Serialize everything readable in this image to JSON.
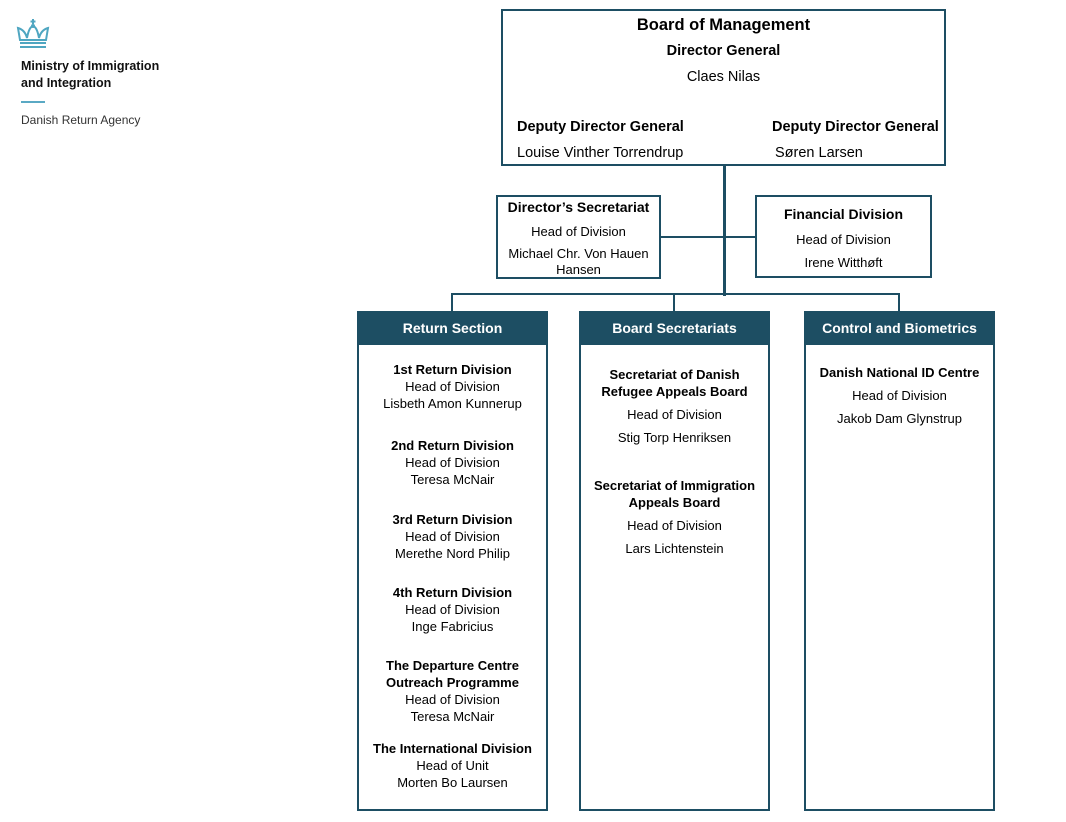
{
  "logo": {
    "ministry_line1": "Ministry of Immigration",
    "ministry_line2": "and Integration",
    "agency": "Danish Return Agency",
    "crown_color": "#4fa6c1"
  },
  "board": {
    "title": "Board of Management",
    "director_role": "Director General",
    "director_name": "Claes Nilas",
    "deputy1_role": "Deputy Director General",
    "deputy1_name": "Louise Vinther Torrendrup",
    "deputy2_role": "Deputy Director General",
    "deputy2_name": "Søren Larsen"
  },
  "directors_secretariat": {
    "title": "Director’s Secretariat",
    "role": "Head of Division",
    "name_line1": "Michael Chr. Von Hauen",
    "name_line2": "Hansen"
  },
  "financial_division": {
    "title": "Financial Division",
    "role": "Head of Division",
    "name": "Irene Witthøft"
  },
  "sections": {
    "return": {
      "title": "Return Section",
      "groups": [
        {
          "title": "1st Return Division",
          "role": "Head of Division",
          "name": "Lisbeth Amon Kunnerup"
        },
        {
          "title": "2nd Return Division",
          "role": "Head of Division",
          "name": "Teresa McNair"
        },
        {
          "title": "3rd Return Division",
          "role": "Head of Division",
          "name": "Merethe Nord Philip"
        },
        {
          "title": "4th Return Division",
          "role": "Head of Division",
          "name": "Inge Fabricius"
        },
        {
          "title_line1": "The Departure Centre",
          "title_line2": "Outreach Programme",
          "role": "Head of Division",
          "name": "Teresa McNair"
        },
        {
          "title": "The International Division",
          "role": "Head of Unit",
          "name": "Morten Bo Laursen"
        }
      ]
    },
    "board_secretariats": {
      "title": "Board Secretariats",
      "groups": [
        {
          "title_line1": "Secretariat of Danish",
          "title_line2": "Refugee Appeals Board",
          "role": "Head of Division",
          "name": "Stig Torp Henriksen"
        },
        {
          "title_line1": "Secretariat of Immigration",
          "title_line2": "Appeals Board",
          "role": "Head of Division",
          "name": "Lars Lichtenstein"
        }
      ]
    },
    "control": {
      "title": "Control and Biometrics",
      "groups": [
        {
          "title": "Danish National ID Centre",
          "role": "Head of Division",
          "name": "Jakob Dam Glynstrup"
        }
      ]
    }
  },
  "colors": {
    "primary": "#1d4e63",
    "header_text": "#ffffff"
  }
}
